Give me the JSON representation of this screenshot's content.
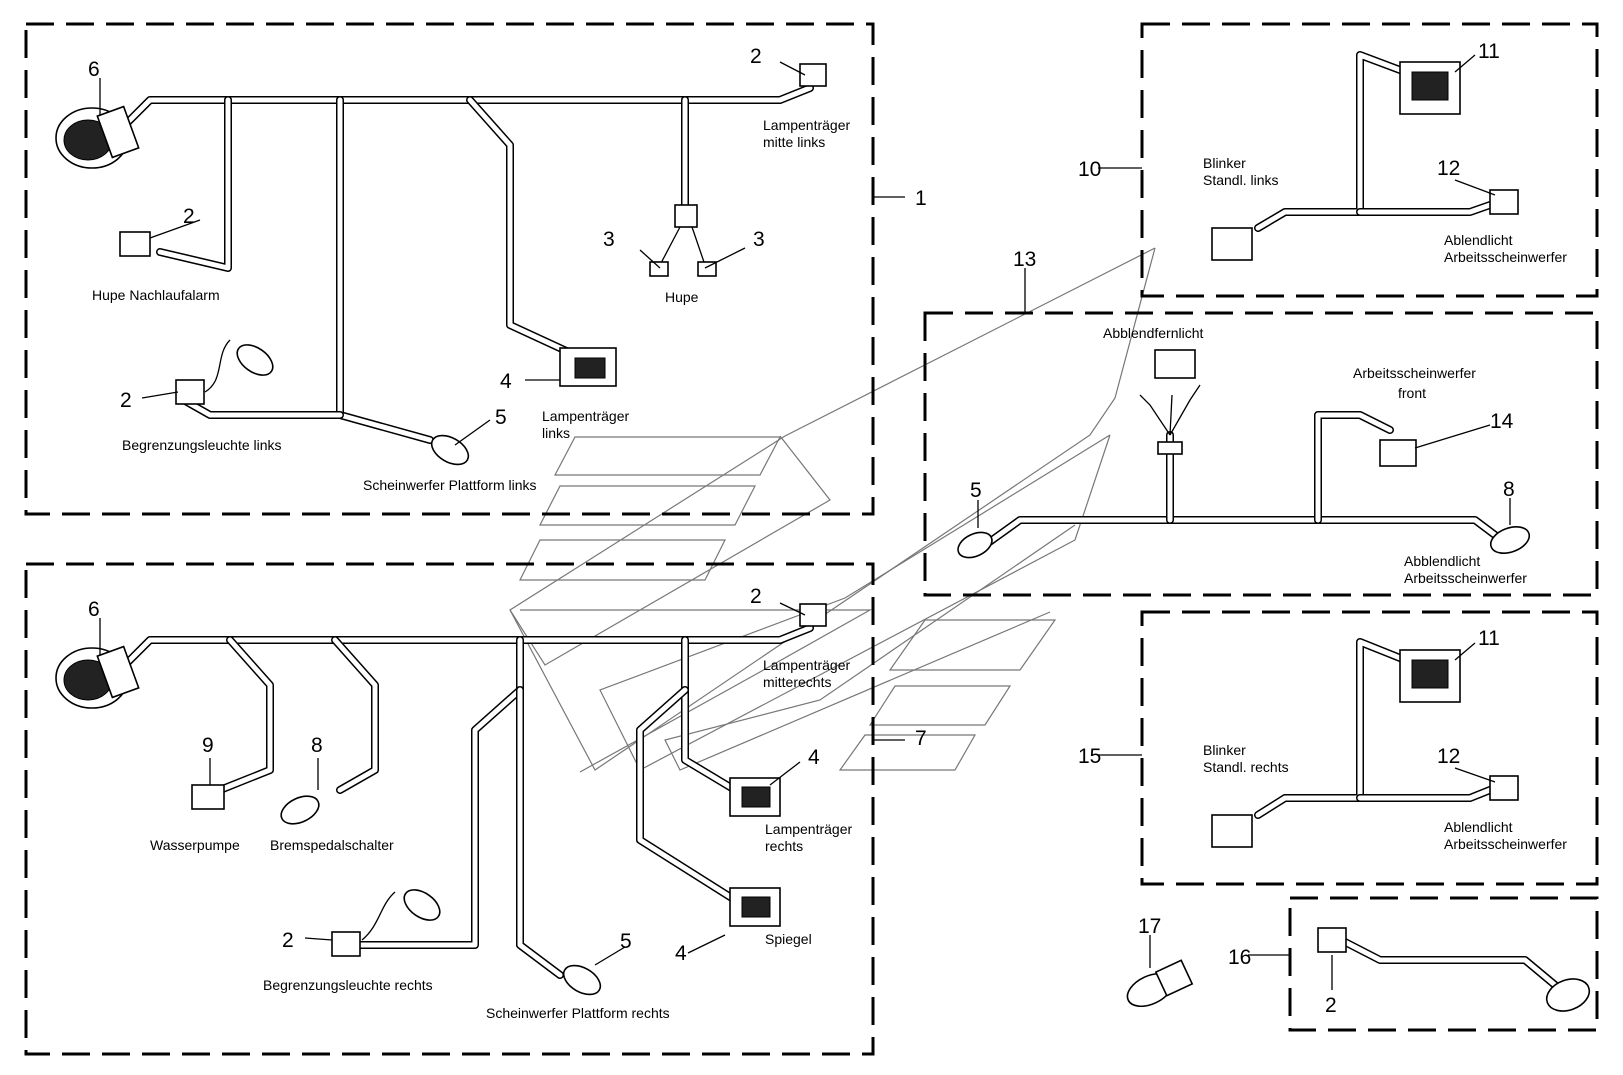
{
  "labels": {
    "hupe_nachlaufalarm": "Hupe Nachlaufalarm",
    "lampentraeger_mitte_links_1": "Lampenträger",
    "lampentraeger_mitte_links_2": "mitte links",
    "hupe": "Hupe",
    "lampentraeger_links_1": "Lampenträger",
    "lampentraeger_links_2": "links",
    "begrenzungsleuchte_links": "Begrenzungsleuchte links",
    "scheinwerfer_plattform_links": "Scheinwerfer Plattform links",
    "wasserpumpe": "Wasserpumpe",
    "bremspedalschalter": "Bremspedalschalter",
    "lampentraeger_mitterechts_1": "Lampenträger",
    "lampentraeger_mitterechts_2": "mitterechts",
    "lampentraeger_rechts_1": "Lampenträger",
    "lampentraeger_rechts_2": "rechts",
    "spiegel": "Spiegel",
    "begrenzungsleuchte_rechts": "Begrenzungsleuchte rechts",
    "scheinwerfer_plattform_rechts": "Scheinwerfer Plattform rechts",
    "blinker_links_1": "Blinker",
    "blinker_links_2": "Standl. links",
    "ablendlicht_1": "Ablendlicht",
    "ablendlicht_2": "Arbeitsscheinwerfer",
    "abblendfernlicht": "Abblendfernlicht",
    "arbeitsscheinwerfer_front_1": "Arbeitsscheinwerfer",
    "arbeitsscheinwerfer_front_2": "front",
    "abblendlicht_1": "Abblendlicht",
    "abblendlicht_2": "Arbeitsscheinwerfer",
    "blinker_rechts_1": "Blinker",
    "blinker_rechts_2": "Standl. rechts",
    "ablendlicht_r_1": "Ablendlicht",
    "ablendlicht_r_2": "Arbeitsscheinwerfer"
  },
  "callouts": {
    "c1": "1",
    "c2": "2",
    "c3": "3",
    "c4": "4",
    "c5": "5",
    "c6": "6",
    "c7": "7",
    "c8": "8",
    "c9": "9",
    "c10": "10",
    "c11": "11",
    "c12": "12",
    "c13": "13",
    "c14": "14",
    "c15": "15",
    "c16": "16",
    "c17": "17"
  }
}
